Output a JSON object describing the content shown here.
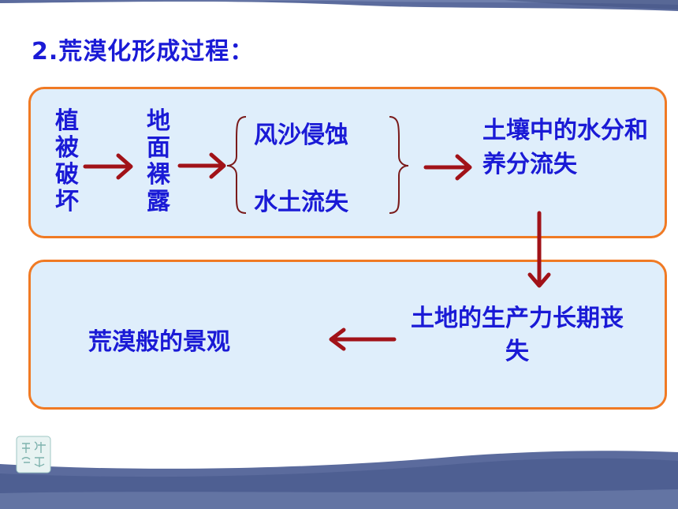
{
  "title": "2.荒漠化形成过程：",
  "nodes": {
    "vegetation": "植被破坏",
    "ground": "地面裸露",
    "wind": "风沙侵蚀",
    "water": "水土流失",
    "soil": "土壤中的水分和养分流失",
    "land": "土地的生产力长期丧失",
    "desert": "荒漠般的景观"
  },
  "colors": {
    "text": "#1a1ad6",
    "arrow": "#a11218",
    "box_fill": "#dfeefb",
    "box_border": "#f07a24",
    "band": "#5b6b9d"
  },
  "icons": {
    "logo": "seal-logo-icon"
  }
}
